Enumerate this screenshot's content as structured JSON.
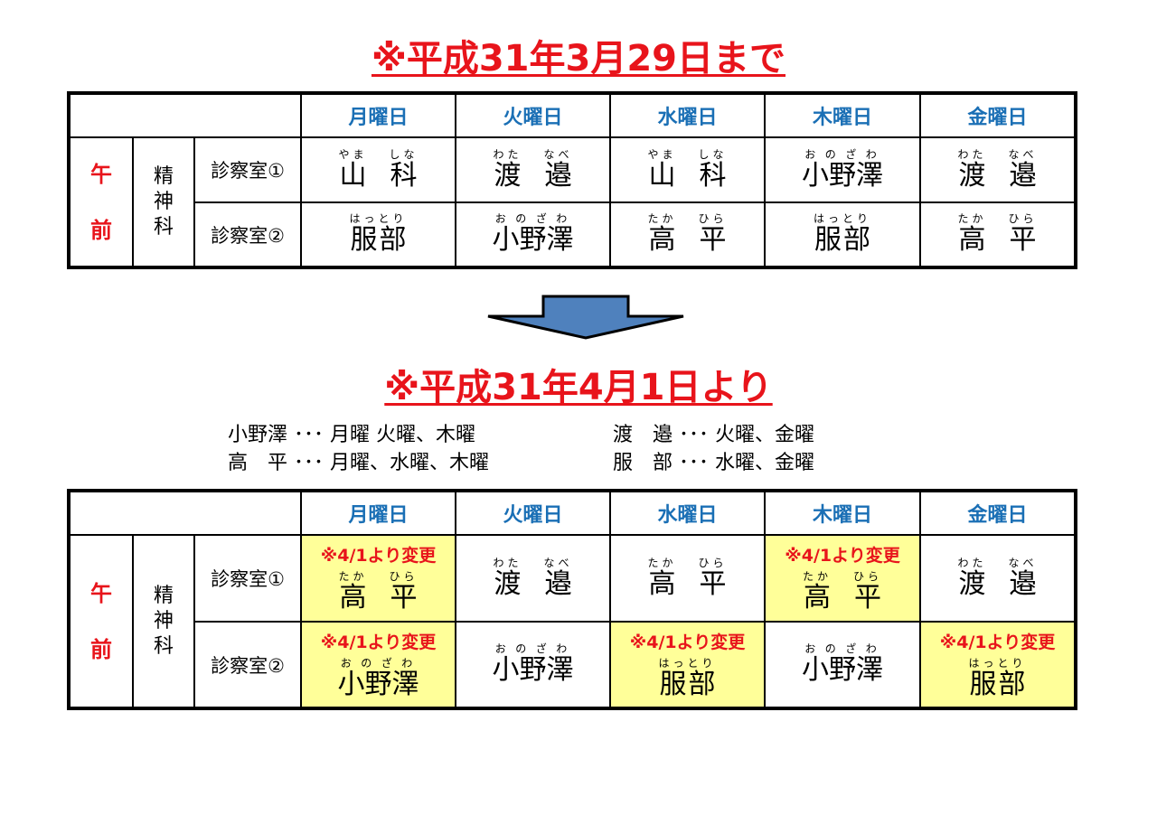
{
  "title_before": "※平成31年3月29日まで",
  "title_after": "※平成31年4月1日より",
  "days": [
    "月曜日",
    "火曜日",
    "水曜日",
    "木曜日",
    "金曜日"
  ],
  "ampm": [
    "午",
    "前"
  ],
  "dept": [
    "精",
    "神",
    "科"
  ],
  "rooms": [
    "診察室①",
    "診察室②"
  ],
  "colors": {
    "title": "#e8141b",
    "day": "#1a6fb5",
    "highlight": "#ffff99",
    "arrow": "#4f81bd"
  },
  "summary": {
    "left": [
      "小野澤 ･･･ 月曜 火曜、木曜",
      "高　平 ･･･ 月曜、水曜、木曜"
    ],
    "right": [
      "渡　邉 ･･･ 火曜、金曜",
      "服　部 ･･･ 水曜、金曜"
    ]
  },
  "table_before": [
    [
      {
        "chars": [
          [
            "山",
            "やま"
          ],
          [
            "科",
            "しな"
          ]
        ]
      },
      {
        "chars": [
          [
            "渡",
            "わた"
          ],
          [
            "邉",
            "なべ"
          ]
        ]
      },
      {
        "chars": [
          [
            "山",
            "やま"
          ],
          [
            "科",
            "しな"
          ]
        ]
      },
      {
        "chars": [
          [
            "小野澤",
            "おのざわ"
          ]
        ]
      },
      {
        "chars": [
          [
            "渡",
            "わた"
          ],
          [
            "邉",
            "なべ"
          ]
        ]
      }
    ],
    [
      {
        "chars": [
          [
            "服部",
            "はっとり"
          ]
        ]
      },
      {
        "chars": [
          [
            "小野澤",
            "おのざわ"
          ]
        ]
      },
      {
        "chars": [
          [
            "高",
            "たか"
          ],
          [
            "平",
            "ひら"
          ]
        ]
      },
      {
        "chars": [
          [
            "服部",
            "はっとり"
          ]
        ]
      },
      {
        "chars": [
          [
            "高",
            "たか"
          ],
          [
            "平",
            "ひら"
          ]
        ]
      }
    ]
  ],
  "table_after": [
    [
      {
        "note": "※4/1より変更",
        "chars": [
          [
            "高",
            "たか"
          ],
          [
            "平",
            "ひら"
          ]
        ]
      },
      {
        "chars": [
          [
            "渡",
            "わた"
          ],
          [
            "邉",
            "なべ"
          ]
        ]
      },
      {
        "chars": [
          [
            "高",
            "たか"
          ],
          [
            "平",
            "ひら"
          ]
        ]
      },
      {
        "note": "※4/1より変更",
        "chars": [
          [
            "高",
            "たか"
          ],
          [
            "平",
            "ひら"
          ]
        ]
      },
      {
        "chars": [
          [
            "渡",
            "わた"
          ],
          [
            "邉",
            "なべ"
          ]
        ]
      }
    ],
    [
      {
        "note": "※4/1より変更",
        "chars": [
          [
            "小野澤",
            "おのざわ"
          ]
        ]
      },
      {
        "chars": [
          [
            "小野澤",
            "おのざわ"
          ]
        ]
      },
      {
        "note": "※4/1より変更",
        "chars": [
          [
            "服部",
            "はっとり"
          ]
        ]
      },
      {
        "chars": [
          [
            "小野澤",
            "おのざわ"
          ]
        ]
      },
      {
        "note": "※4/1より変更",
        "chars": [
          [
            "服部",
            "はっとり"
          ]
        ]
      }
    ]
  ]
}
